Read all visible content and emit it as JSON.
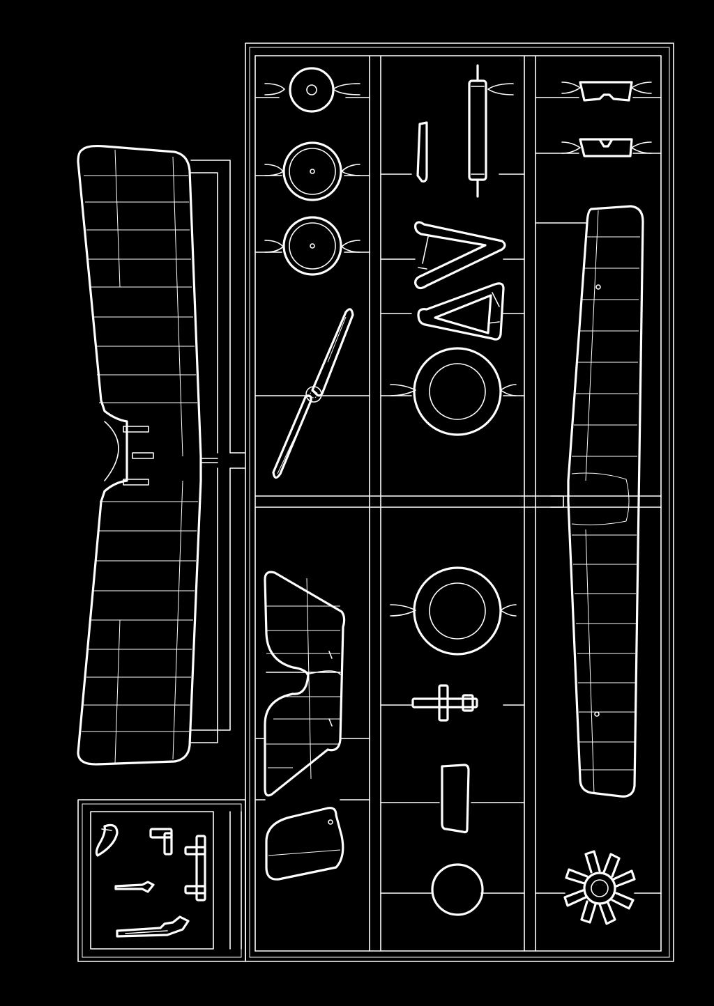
{
  "diagram": {
    "background": "#000000",
    "line_color": "#ffffff",
    "parts": [
      "upper-wing",
      "lower-wing",
      "wheel-small",
      "wheel-large-1",
      "wheel-large-2",
      "propeller",
      "axle",
      "strut-small",
      "cabane-strut-1",
      "cabane-strut-2",
      "engine-cowling-ring-1",
      "engine-cowling-ring-2",
      "tailplane",
      "rudder",
      "engine-shaft",
      "seat-block",
      "fuel-tank",
      "rotary-engine",
      "windscreen-1",
      "windscreen-2",
      "small-parts"
    ]
  }
}
